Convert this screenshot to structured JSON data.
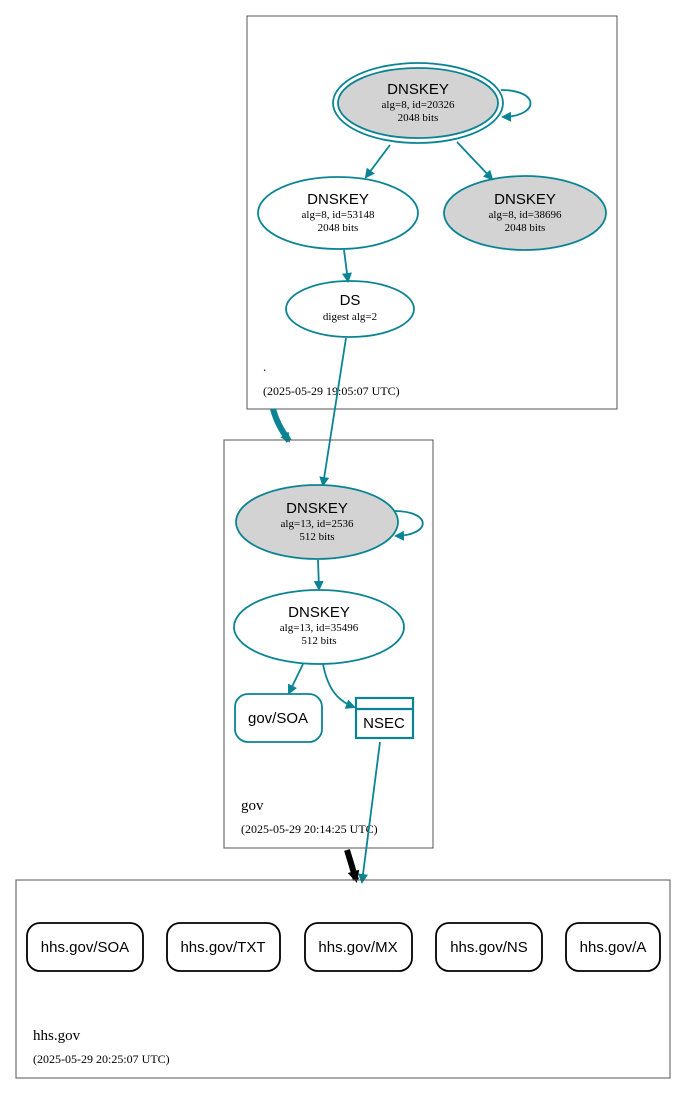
{
  "colors": {
    "edge": "#0a8494",
    "secure_fill": "#d3d3d3",
    "plain_fill": "#ffffff",
    "delegation": "#000000",
    "zone_border": "#555555",
    "rrset_border": "#000000"
  },
  "zones": {
    "root": {
      "name": ".",
      "timestamp": "(2025-05-29 19:05:07 UTC)",
      "ksk": {
        "title": "DNSKEY",
        "line1": "alg=8, id=20326",
        "line2": "2048 bits"
      },
      "zsk": {
        "title": "DNSKEY",
        "line1": "alg=8, id=53148",
        "line2": "2048 bits"
      },
      "standby": {
        "title": "DNSKEY",
        "line1": "alg=8, id=38696",
        "line2": "2048 bits"
      },
      "ds": {
        "title": "DS",
        "line1": "digest alg=2"
      }
    },
    "gov": {
      "name": "gov",
      "timestamp": "(2025-05-29 20:14:25 UTC)",
      "ksk": {
        "title": "DNSKEY",
        "line1": "alg=13, id=2536",
        "line2": "512 bits"
      },
      "zsk": {
        "title": "DNSKEY",
        "line1": "alg=13, id=35496",
        "line2": "512 bits"
      },
      "soa": "gov/SOA",
      "nsec": "NSEC"
    },
    "hhs": {
      "name": "hhs.gov",
      "timestamp": "(2025-05-29 20:25:07 UTC)",
      "rrsets": [
        "hhs.gov/SOA",
        "hhs.gov/TXT",
        "hhs.gov/MX",
        "hhs.gov/NS",
        "hhs.gov/A"
      ]
    }
  }
}
